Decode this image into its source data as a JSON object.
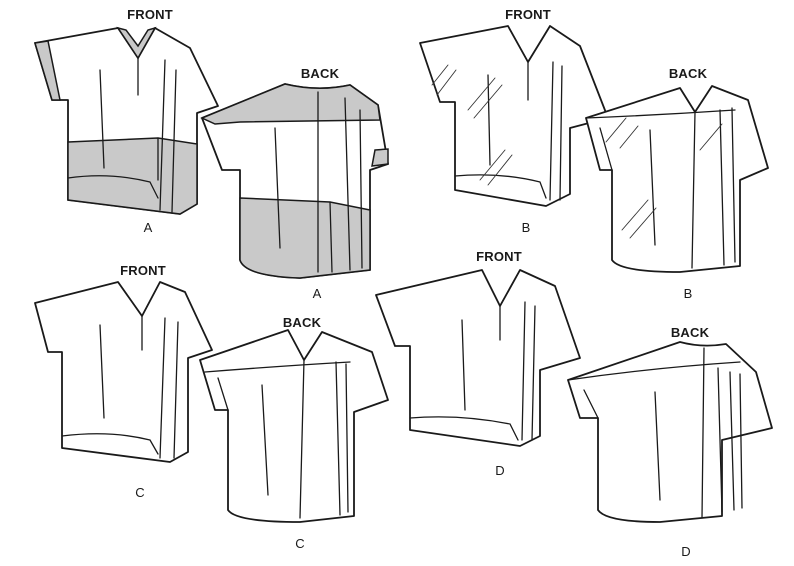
{
  "colors": {
    "ink": "#1a1a1a",
    "contrast_fabric": "#c9c9c9",
    "background": "#ffffff"
  },
  "views": [
    {
      "id": "a-front",
      "view": "FRONT",
      "variation": "A"
    },
    {
      "id": "a-back",
      "view": "BACK",
      "variation": "A"
    },
    {
      "id": "b-front",
      "view": "FRONT",
      "variation": "B"
    },
    {
      "id": "b-back",
      "view": "BACK",
      "variation": "B"
    },
    {
      "id": "c-front",
      "view": "FRONT",
      "variation": "C"
    },
    {
      "id": "c-back",
      "view": "BACK",
      "variation": "C"
    },
    {
      "id": "d-front",
      "view": "FRONT",
      "variation": "D"
    },
    {
      "id": "d-back",
      "view": "BACK",
      "variation": "D"
    }
  ]
}
